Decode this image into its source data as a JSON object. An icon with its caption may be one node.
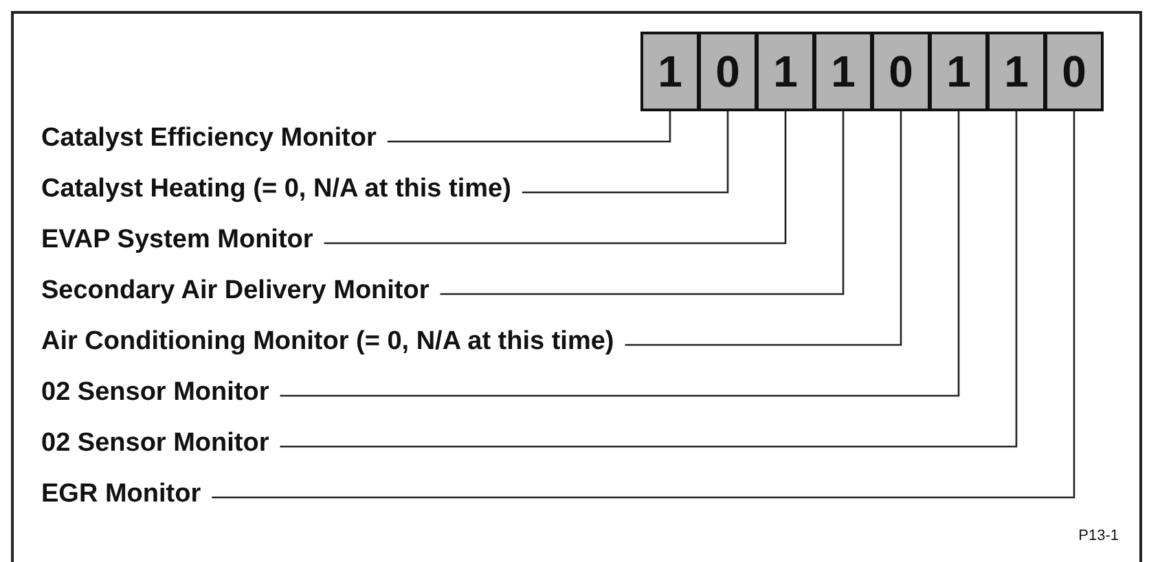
{
  "diagram": {
    "nodes": [
      {
        "text": [
          "1"
        ]
      },
      {
        "text": [
          "0"
        ]
      },
      {
        "text": [
          "1"
        ]
      },
      {
        "text": [
          "1"
        ]
      },
      {
        "text": [
          "0"
        ]
      },
      {
        "text": [
          "1"
        ]
      },
      {
        "text": [
          "1"
        ]
      },
      {
        "text": [
          "0"
        ]
      },
      {
        "text": [
          "Catalyst Efficiency Monitor"
        ]
      },
      {
        "text": [
          "Catalyst Heating (= 0, N/A at this time)"
        ]
      },
      {
        "text": [
          "EVAP System Monitor"
        ]
      },
      {
        "text": [
          "Secondary Air Delivery Monitor"
        ]
      },
      {
        "text": [
          "Air Conditioning Monitor (= 0, N/A at this time)"
        ]
      },
      {
        "text": [
          "02 Sensor Monitor"
        ]
      },
      {
        "text": [
          "02 Sensor Monitor"
        ]
      },
      {
        "text": [
          "EGR Monitor"
        ]
      }
    ],
    "edges": [
      {
        "from": 8,
        "to": 0,
        "arrow": "none"
      },
      {
        "from": 9,
        "to": 1,
        "arrow": "none"
      },
      {
        "from": 10,
        "to": 2,
        "arrow": "none"
      },
      {
        "from": 11,
        "to": 3,
        "arrow": "none"
      },
      {
        "from": 12,
        "to": 4,
        "arrow": "none"
      },
      {
        "from": 13,
        "to": 5,
        "arrow": "none"
      },
      {
        "from": 14,
        "to": 6,
        "arrow": "none"
      },
      {
        "from": 15,
        "to": 7,
        "arrow": "none"
      }
    ],
    "labels": [
      "P13-1"
    ]
  }
}
